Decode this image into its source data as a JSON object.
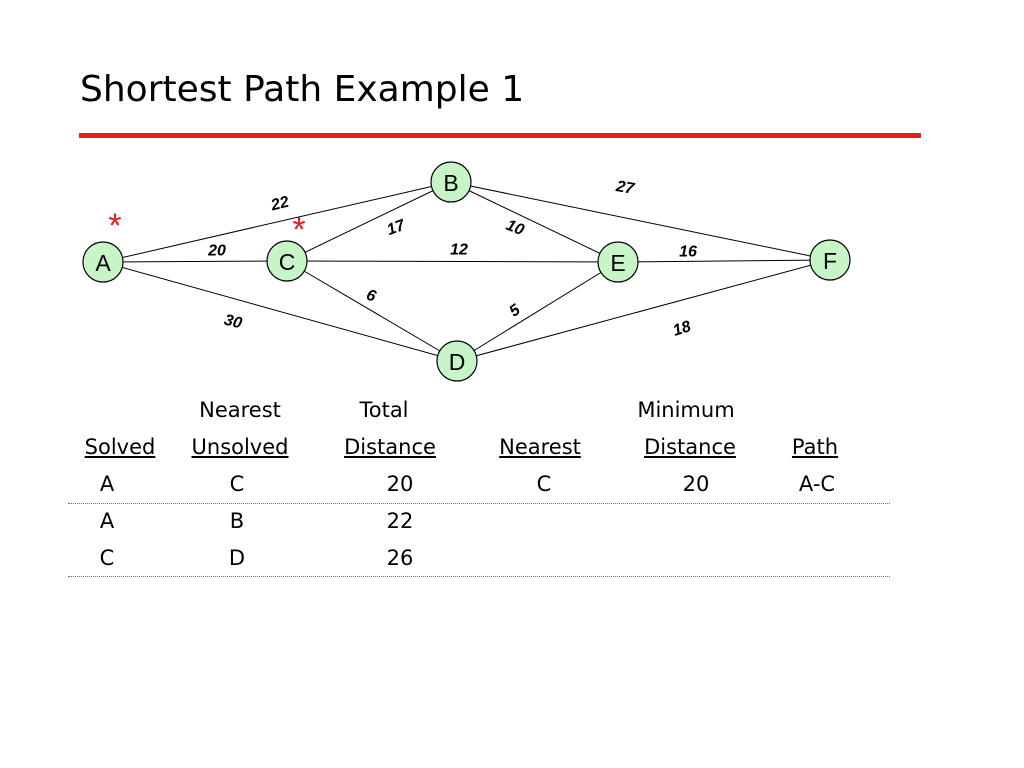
{
  "title": "Shortest Path Example 1",
  "colors": {
    "accent": "#e41e1e",
    "node_fill": "#c8f5c8"
  },
  "graph": {
    "nodes": [
      {
        "id": "A",
        "label": "A"
      },
      {
        "id": "B",
        "label": "B"
      },
      {
        "id": "C",
        "label": "C"
      },
      {
        "id": "D",
        "label": "D"
      },
      {
        "id": "E",
        "label": "E"
      },
      {
        "id": "F",
        "label": "F"
      }
    ],
    "edges": [
      {
        "from": "A",
        "to": "B",
        "weight": "22"
      },
      {
        "from": "A",
        "to": "C",
        "weight": "20"
      },
      {
        "from": "A",
        "to": "D",
        "weight": "30"
      },
      {
        "from": "C",
        "to": "B",
        "weight": "17"
      },
      {
        "from": "C",
        "to": "E",
        "weight": "12"
      },
      {
        "from": "C",
        "to": "D",
        "weight": "6"
      },
      {
        "from": "B",
        "to": "E",
        "weight": "10"
      },
      {
        "from": "B",
        "to": "F",
        "weight": "27"
      },
      {
        "from": "E",
        "to": "F",
        "weight": "16"
      },
      {
        "from": "D",
        "to": "E",
        "weight": "5"
      },
      {
        "from": "D",
        "to": "F",
        "weight": "18"
      }
    ],
    "solved_markers": [
      "A",
      "C"
    ],
    "marker_symbol": "*"
  },
  "table": {
    "header_line1": {
      "nearest_unsolved": "Nearest",
      "total_distance": "Total",
      "minimum_distance": "Minimum"
    },
    "header_line2": {
      "solved": "Solved",
      "nearest_unsolved": "Unsolved",
      "total_distance": "Distance",
      "nearest": "Nearest",
      "minimum_distance": "Distance",
      "path": "Path"
    },
    "rows": [
      {
        "solved": "A",
        "unsolved": "C",
        "total": "20",
        "nearest": "C",
        "min": "20",
        "path": "A-C"
      },
      {
        "solved": "A",
        "unsolved": "B",
        "total": "22",
        "nearest": "",
        "min": "",
        "path": ""
      },
      {
        "solved": "C",
        "unsolved": "D",
        "total": "26",
        "nearest": "",
        "min": "",
        "path": ""
      }
    ]
  }
}
